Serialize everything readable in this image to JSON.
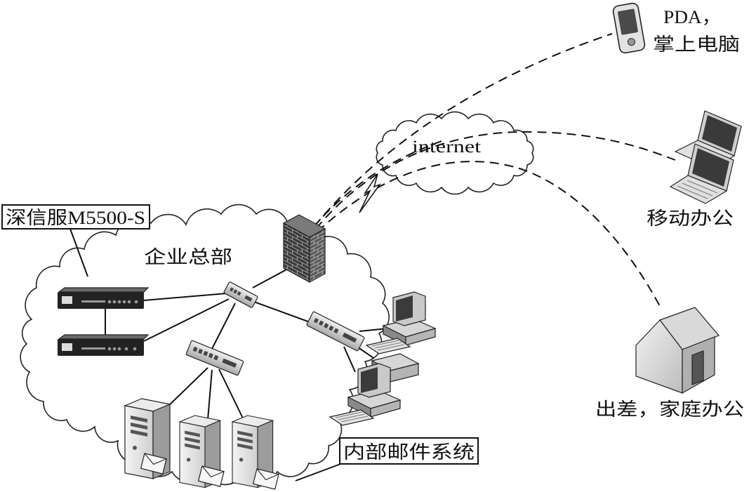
{
  "diagram": {
    "remote": {
      "pda": {
        "line1": "PDA，",
        "line2": "掌上电脑",
        "icon": "pda-icon"
      },
      "mobile_office": {
        "label": "移动办公",
        "icon": "laptop-icon"
      },
      "travel_home": {
        "label": "出差，家庭办公",
        "icon": "house-icon"
      }
    },
    "internet": {
      "label": "internet",
      "icon": "cloud-icon"
    },
    "headquarters": {
      "label": "企业总部",
      "icon": "cloud-icon"
    },
    "gateway": {
      "label": "深信服M5500-S",
      "icon": "appliance-icon"
    },
    "mail_system": {
      "label": "内部邮件系统",
      "icon": "server-icon"
    },
    "firewall": {
      "icon": "firewall-icon"
    },
    "wireless_link": {
      "icon": "lightning-icon"
    },
    "switch": {
      "icon": "switch-icon"
    },
    "workstation": {
      "icon": "desktop-pc-icon"
    },
    "mail": {
      "icon": "envelope-icon"
    }
  },
  "colors": {
    "ink": "#111111",
    "background": "#ffffff"
  }
}
